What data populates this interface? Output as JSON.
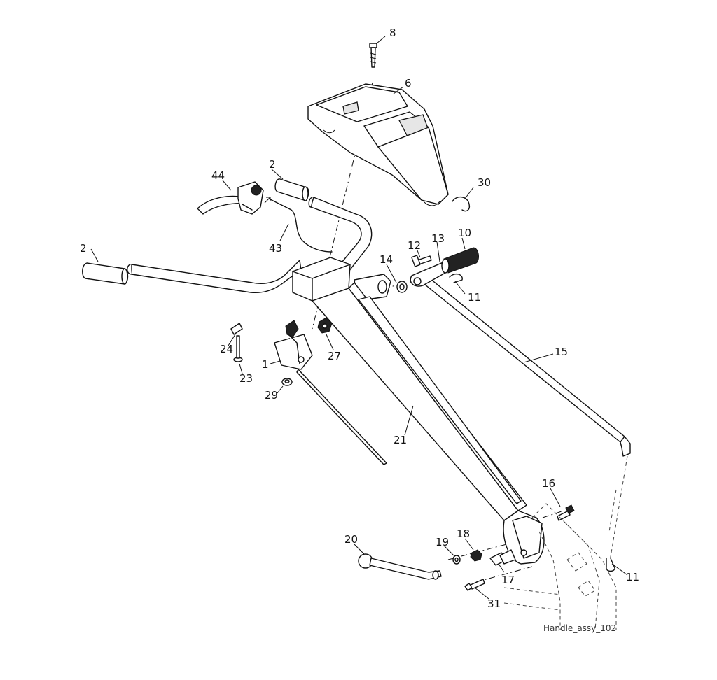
{
  "figure": {
    "caption": "Handle_assy_102",
    "callouts": [
      "8",
      "6",
      "2",
      "44",
      "30",
      "10",
      "12",
      "13",
      "43",
      "2",
      "14",
      "11",
      "15",
      "24",
      "27",
      "1",
      "23",
      "29",
      "21",
      "16",
      "20",
      "19",
      "18",
      "17",
      "11",
      "31"
    ]
  }
}
